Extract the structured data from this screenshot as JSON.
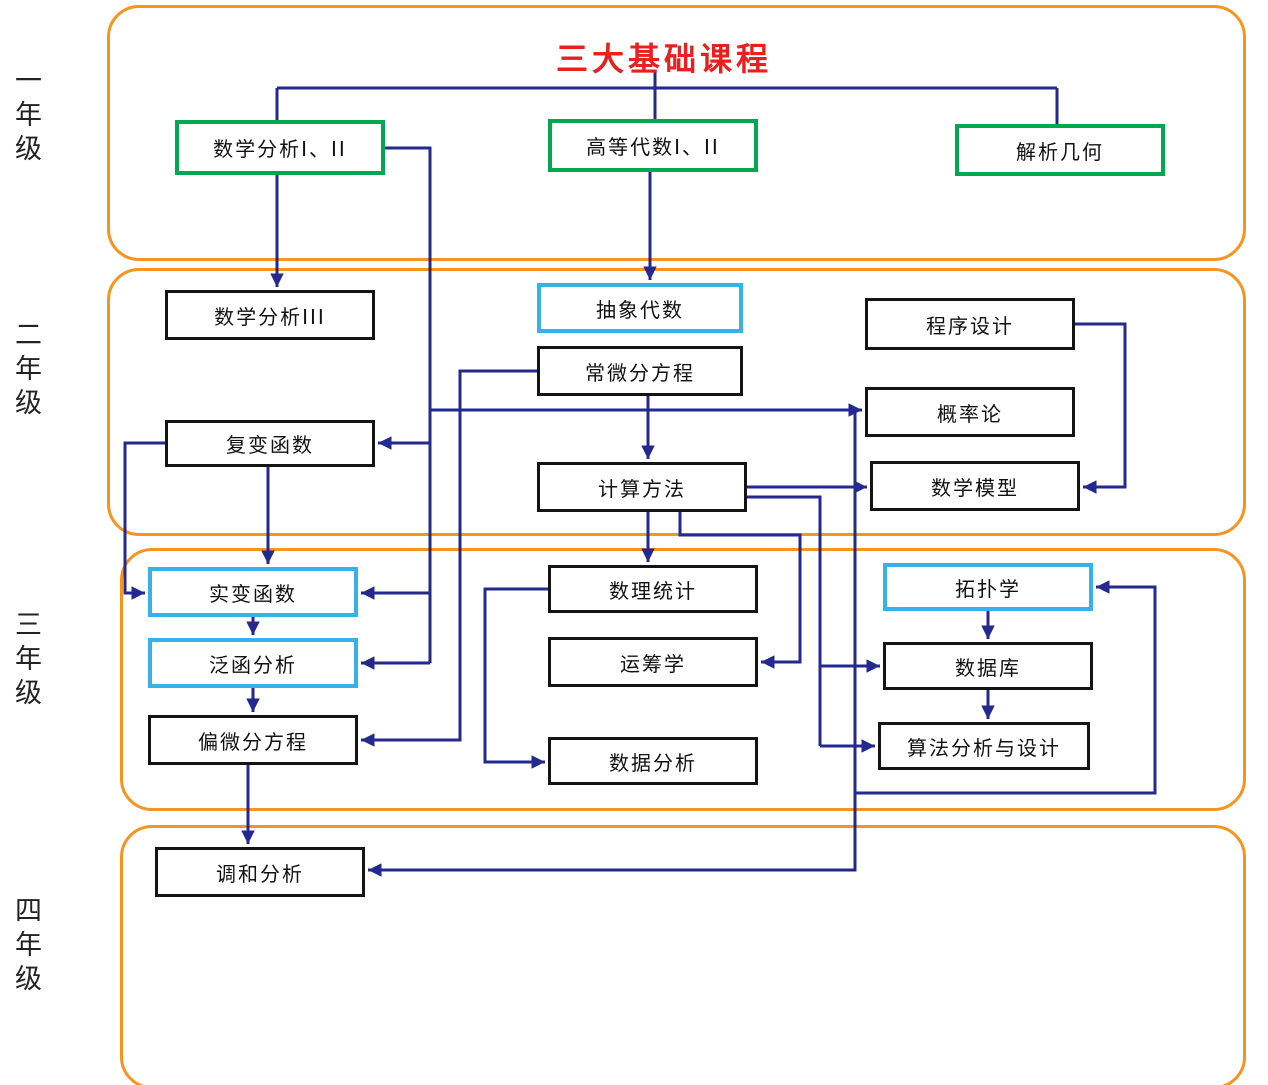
{
  "title": {
    "text": "三大基础课程"
  },
  "year_labels": [
    "一年级",
    "二年级",
    "三年级",
    "四年级"
  ],
  "colors": {
    "band_orange": "#f79420",
    "arrow_navy": "#23298e",
    "foundation_green": "#00a84f",
    "highlight_cyan": "#35b3e8",
    "title_red": "#e8201e",
    "box_black": "#141414"
  },
  "nodes": {
    "math_analysis_1_2": {
      "label": "数学分析I、II",
      "style": "green",
      "year": "一年级"
    },
    "adv_algebra_1_2": {
      "label": "高等代数I、II",
      "style": "green",
      "year": "一年级"
    },
    "analytic_geometry": {
      "label": "解析几何",
      "style": "green",
      "year": "一年级"
    },
    "math_analysis_3": {
      "label": "数学分析III",
      "style": "black",
      "year": "二年级"
    },
    "abstract_algebra": {
      "label": "抽象代数",
      "style": "cyan",
      "year": "二年级"
    },
    "programming": {
      "label": "程序设计",
      "style": "black",
      "year": "二年级"
    },
    "ode": {
      "label": "常微分方程",
      "style": "black",
      "year": "二年级"
    },
    "probability": {
      "label": "概率论",
      "style": "black",
      "year": "二年级"
    },
    "complex_functions": {
      "label": "复变函数",
      "style": "black",
      "year": "二年级"
    },
    "numerical_methods": {
      "label": "计算方法",
      "style": "black",
      "year": "二年级"
    },
    "math_modeling": {
      "label": "数学模型",
      "style": "black",
      "year": "二年级"
    },
    "real_functions": {
      "label": "实变函数",
      "style": "cyan",
      "year": "三年级"
    },
    "functional_analysis": {
      "label": "泛函分析",
      "style": "cyan",
      "year": "三年级"
    },
    "pde": {
      "label": "偏微分方程",
      "style": "black",
      "year": "三年级"
    },
    "math_statistics": {
      "label": "数理统计",
      "style": "black",
      "year": "三年级"
    },
    "operations_research": {
      "label": "运筹学",
      "style": "black",
      "year": "三年级"
    },
    "data_analysis": {
      "label": "数据分析",
      "style": "black",
      "year": "三年级"
    },
    "topology": {
      "label": "拓扑学",
      "style": "cyan",
      "year": "三年级"
    },
    "database": {
      "label": "数据库",
      "style": "black",
      "year": "三年级"
    },
    "algorithm_design": {
      "label": "算法分析与设计",
      "style": "black",
      "year": "三年级"
    },
    "harmonic_analysis": {
      "label": "调和分析",
      "style": "black",
      "year": "四年级"
    }
  },
  "edges": [
    {
      "from": "三大基础课程",
      "to": "数学分析I、II"
    },
    {
      "from": "三大基础课程",
      "to": "高等代数I、II"
    },
    {
      "from": "三大基础课程",
      "to": "解析几何"
    },
    {
      "from": "数学分析I、II",
      "to": "数学分析III"
    },
    {
      "from": "高等代数I、II",
      "to": "抽象代数"
    },
    {
      "from": "数学分析I、II",
      "to": "概率论"
    },
    {
      "from": "数学分析I、II",
      "to": "复变函数"
    },
    {
      "from": "数学分析I、II",
      "to": "实变函数"
    },
    {
      "from": "数学分析I、II",
      "to": "泛函分析"
    },
    {
      "from": "数学分析I、II",
      "to": "拓扑学"
    },
    {
      "from": "数学分析I、II",
      "to": "调和分析"
    },
    {
      "from": "常微分方程",
      "to": "计算方法"
    },
    {
      "from": "常微分方程",
      "to": "偏微分方程"
    },
    {
      "from": "程序设计",
      "to": "数学模型"
    },
    {
      "from": "计算方法",
      "to": "数学模型"
    },
    {
      "from": "计算方法",
      "to": "数理统计"
    },
    {
      "from": "计算方法",
      "to": "运筹学"
    },
    {
      "from": "计算方法",
      "to": "数据库"
    },
    {
      "from": "计算方法",
      "to": "算法分析与设计"
    },
    {
      "from": "复变函数",
      "to": "实变函数"
    },
    {
      "from": "实变函数",
      "to": "泛函分析"
    },
    {
      "from": "泛函分析",
      "to": "偏微分方程"
    },
    {
      "from": "偏微分方程",
      "to": "调和分析"
    },
    {
      "from": "数理统计",
      "to": "数据分析"
    },
    {
      "from": "拓扑学",
      "to": "数据库"
    },
    {
      "from": "数据库",
      "to": "算法分析与设计"
    }
  ]
}
